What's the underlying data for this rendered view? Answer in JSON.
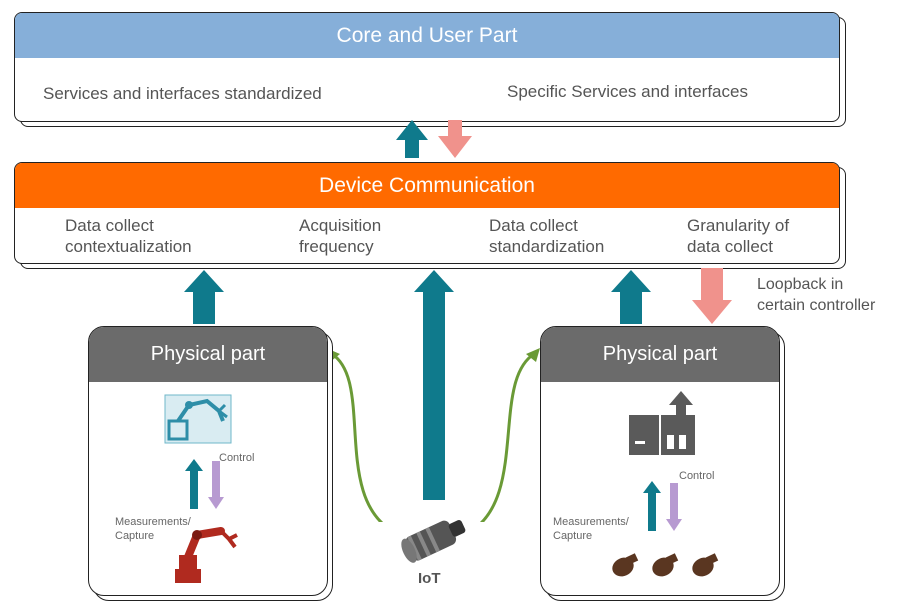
{
  "core": {
    "title": "Core and User Part",
    "left_text": "Services and interfaces standardized",
    "right_text": "Specific Services and interfaces"
  },
  "device": {
    "title": "Device Communication",
    "items": [
      {
        "line1": "Data collect",
        "line2": "contextualization"
      },
      {
        "line1": "Acquisition",
        "line2": "frequency"
      },
      {
        "line1": "Data collect",
        "line2": "standardization"
      },
      {
        "line1": "Granularity of",
        "line2": "data collect"
      }
    ]
  },
  "loopback": {
    "line1": "Loopback in",
    "line2": "certain controller"
  },
  "physical_left": {
    "title": "Physical part",
    "control_label": "Control",
    "measure_line1": "Measurements/",
    "measure_line2": "Capture"
  },
  "physical_right": {
    "title": "Physical part",
    "control_label": "Control",
    "measure_line1": "Measurements/",
    "measure_line2": "Capture"
  },
  "iot_label": "IoT",
  "colors": {
    "core_header": "#86afd9",
    "device_header": "#ff6a00",
    "physical_header": "#6b6b6b",
    "up_arrow": "#0f7a8c",
    "down_arrow": "#f0928c",
    "control_arrow": "#b79ad1",
    "curve_arrow": "#6a9a36",
    "robot_red": "#b02a1f",
    "sensor_brown": "#5a3621"
  }
}
